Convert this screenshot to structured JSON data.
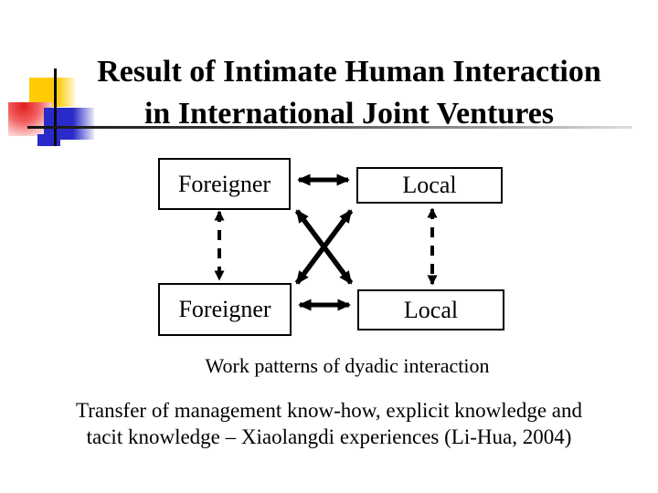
{
  "slide": {
    "title": {
      "line1": "Result of Intimate Human Interaction",
      "line2": "in International Joint Ventures"
    },
    "caption": "Work patterns of dyadic interaction",
    "footer": {
      "line1": "Transfer of management know-how, explicit knowledge and",
      "line2": "tacit knowledge – Xiaolangdi experiences (Li-Hua, 2004)"
    }
  },
  "diagram": {
    "boxes": [
      {
        "position": "top-left",
        "label": "Foreigner"
      },
      {
        "position": "top-right",
        "label": "Local"
      },
      {
        "position": "bottom-left",
        "label": "Foreigner"
      },
      {
        "position": "bottom-right",
        "label": "Local"
      }
    ],
    "connectors": [
      {
        "from": "top-left",
        "to": "top-right",
        "style": "solid",
        "double_headed": true
      },
      {
        "from": "bottom-left",
        "to": "bottom-right",
        "style": "solid",
        "double_headed": true
      },
      {
        "from": "top-left",
        "to": "bottom-left",
        "style": "dashed",
        "double_headed": true
      },
      {
        "from": "top-right",
        "to": "bottom-right",
        "style": "dashed",
        "double_headed": true
      },
      {
        "from": "top-left",
        "to": "bottom-right",
        "style": "solid",
        "double_headed": true
      },
      {
        "from": "top-right",
        "to": "bottom-left",
        "style": "solid",
        "double_headed": true
      }
    ]
  },
  "decoration": {
    "colors": {
      "yellow_square": "#ffcb05",
      "red_square": "#e01c1c",
      "blue_square": "#2a2ac9",
      "crosshair_line": "#0a0a0a",
      "underline_gradient_start": "#141414",
      "underline_gradient_end": "#dedede"
    }
  }
}
